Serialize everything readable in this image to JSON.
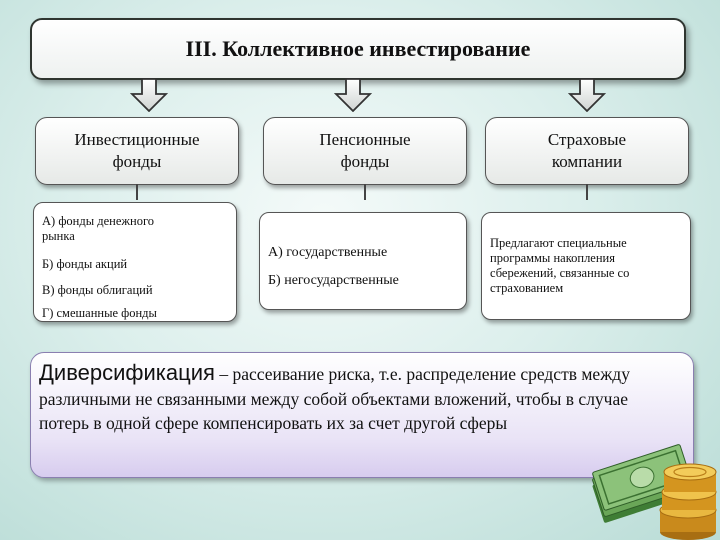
{
  "title": "III. Коллективное инвестирование",
  "categories": [
    {
      "label_line1": "Инвестиционные",
      "label_line2": "фонды",
      "items": [
        "А) фонды денежного",
        "рынка",
        "Б) фонды акций",
        "В) фонды облигаций",
        "Г) смешанные фонды"
      ]
    },
    {
      "label_line1": "Пенсионные",
      "label_line2": "фонды",
      "items": [
        "А) государственные",
        "Б) негосударственные"
      ]
    },
    {
      "label_line1": "Страховые",
      "label_line2": "компании",
      "items": [
        "Предлагают специальные",
        "программы накопления",
        "сбережений, связанные со",
        "страхованием"
      ]
    }
  ],
  "definition": {
    "term": "Диверсификация",
    "text": " – рассеивание риска, т.е. распределение средств между различными не связанными между собой объектами вложений, чтобы в случае потерь в одной сфере компенсировать их за счет другой сферы"
  },
  "icons": {
    "arrows": "down-arrow-icon",
    "illustration": "money-coins-icon"
  },
  "colors": {
    "definition_box": "#d7ccef",
    "money_green": "#5f9a4d",
    "coin_gold": "#d89a22"
  }
}
